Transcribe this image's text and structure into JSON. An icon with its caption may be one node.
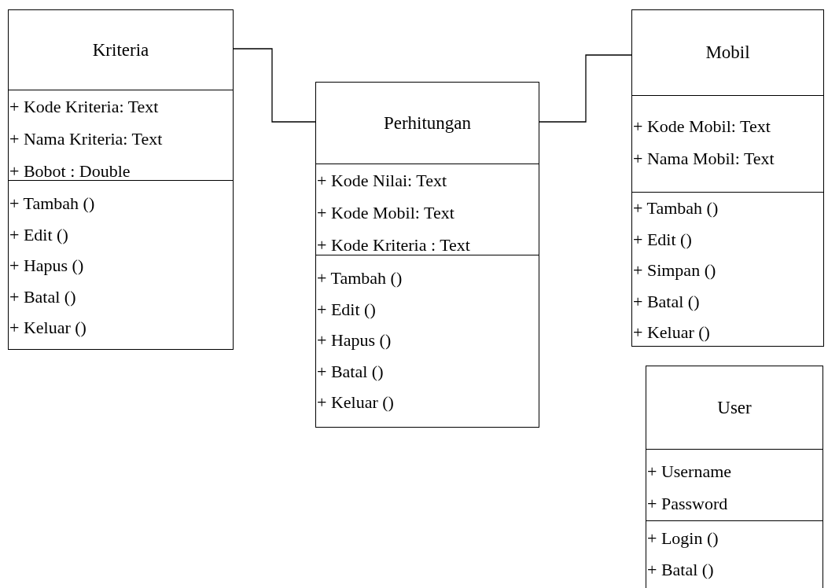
{
  "diagram": {
    "nodes": [
      {
        "text": [
          "Kriteria"
        ]
      },
      {
        "text": [
          "+ Kode Kriteria: Text",
          "+ Nama Kriteria: Text",
          "+ Bobot : Double"
        ],
        "in": 0
      },
      {
        "text": [
          "+ Tambah ()",
          "+ Edit ()",
          "+ Hapus ()",
          "+ Batal ()",
          "+ Keluar ()"
        ],
        "in": 0
      },
      {
        "text": [
          "Perhitungan"
        ]
      },
      {
        "text": [
          "+ Kode Nilai: Text",
          "+ Kode Mobil: Text",
          "+ Kode Kriteria : Text"
        ],
        "in": 3
      },
      {
        "text": [
          "+ Tambah ()",
          "+ Edit ()",
          "+ Hapus ()",
          "+ Batal ()",
          "+ Keluar ()"
        ],
        "in": 3
      },
      {
        "text": [
          "Mobil"
        ]
      },
      {
        "text": [
          "+ Kode Mobil: Text",
          "+ Nama Mobil: Text"
        ],
        "in": 6
      },
      {
        "text": [
          "+ Tambah ()",
          "+ Edit ()",
          "+ Simpan ()",
          "+ Batal ()",
          "+ Keluar ()"
        ],
        "in": 6
      },
      {
        "text": [
          "User"
        ]
      },
      {
        "text": [
          "+ Username",
          "+ Password"
        ],
        "in": 9
      },
      {
        "text": [
          "+ Login ()",
          "+ Batal ()"
        ],
        "in": 9
      }
    ],
    "edges": [
      {
        "from": 0,
        "to": 3,
        "arrow": "none"
      },
      {
        "from": 3,
        "to": 6,
        "arrow": "none"
      }
    ]
  }
}
